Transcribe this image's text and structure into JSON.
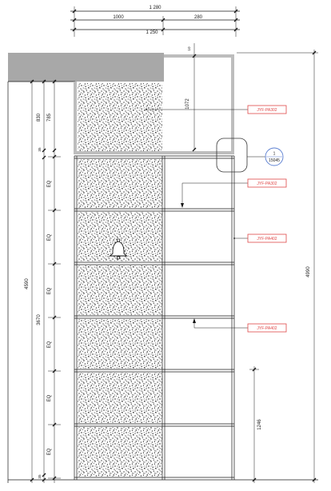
{
  "top_dimensions": {
    "overall": "1 280",
    "left": "1000",
    "right": "280",
    "lower": "1 250"
  },
  "glass": {
    "gap": "10",
    "height": "1072"
  },
  "left_dimensions": {
    "total": "4590",
    "lower": "3670",
    "upper_panel": "830",
    "upper_glass": "785",
    "joint_top": "35",
    "joint_bottom": "35",
    "eq": [
      "EQ",
      "EQ",
      "EQ",
      "EQ",
      "EQ",
      "EQ"
    ]
  },
  "right_dimensions": {
    "total": "4990",
    "lower_segment": "1246"
  },
  "tags": [
    {
      "label": "JYF-PA302"
    },
    {
      "label": "JYF-PA302"
    },
    {
      "label": "JYF-PA402"
    },
    {
      "label": "JYF-PA402"
    }
  ],
  "callout": {
    "number": "1",
    "reference": "15045"
  },
  "colors": {
    "tag_border": "#e04848",
    "callout": "#5b7fd1",
    "frame_gray": "#bdbdbd",
    "band_gray": "#a8a8a8"
  }
}
